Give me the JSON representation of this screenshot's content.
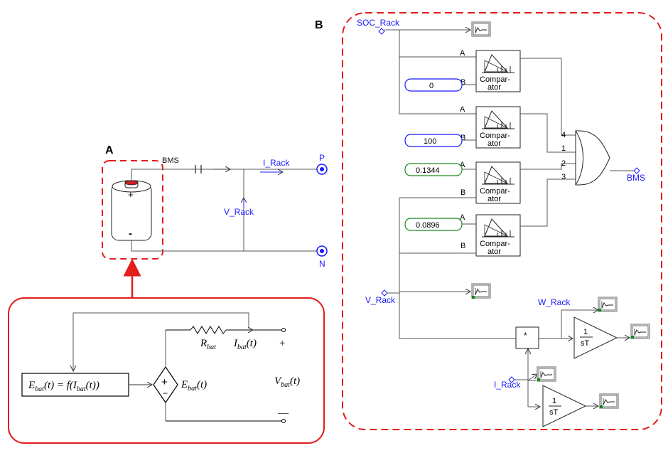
{
  "panels": {
    "a_letter": "A",
    "b_letter": "B"
  },
  "panel_a": {
    "bms_label": "BMS",
    "current_label": "I_Rack",
    "voltage_label": "V_Rack",
    "node_p": "P",
    "node_n": "N",
    "battery_plus": "+",
    "battery_minus": "-"
  },
  "equivalent": {
    "func_main": "E",
    "func_sub": "bat",
    "func_rest1": "(t) = f(I",
    "func_sub2": "bat",
    "func_rest2": "(t))",
    "source_plus": "+",
    "source_minus": "−",
    "emf_main": "E",
    "emf_sub": "bat",
    "emf_rest": "(t)",
    "r_main": "R",
    "r_sub": "bat",
    "i_main": "I",
    "i_sub": "bat",
    "i_rest": "(t)",
    "v_main": "V",
    "v_sub": "bat",
    "v_rest": "(t)",
    "term_plus": "+",
    "term_minus": "—"
  },
  "panel_b": {
    "soc_label": "SOC_Rack",
    "v_label": "V_Rack",
    "w_label": "W_Rack",
    "i_label": "I_Rack",
    "bms_out": "BMS",
    "const_0": "0",
    "const_100": "100",
    "const_1344": "0.1344",
    "const_0896": "0.0896",
    "comparator_line1": "Compar-",
    "comparator_line2": "ator",
    "port_a": "A",
    "port_b": "B",
    "or_in_4": "4",
    "or_in_1": "1",
    "or_in_2": "2",
    "or_in_3": "3",
    "mult_symbol": "*",
    "integ_num": "1",
    "integ_den": "sT"
  },
  "colors": {
    "red_dashed": "#e31c1c",
    "blue_label": "#1a1aff",
    "green_const": "#1a8a1a",
    "blue_const": "#1a1aff",
    "scope_marker": "#0a8a0a"
  }
}
